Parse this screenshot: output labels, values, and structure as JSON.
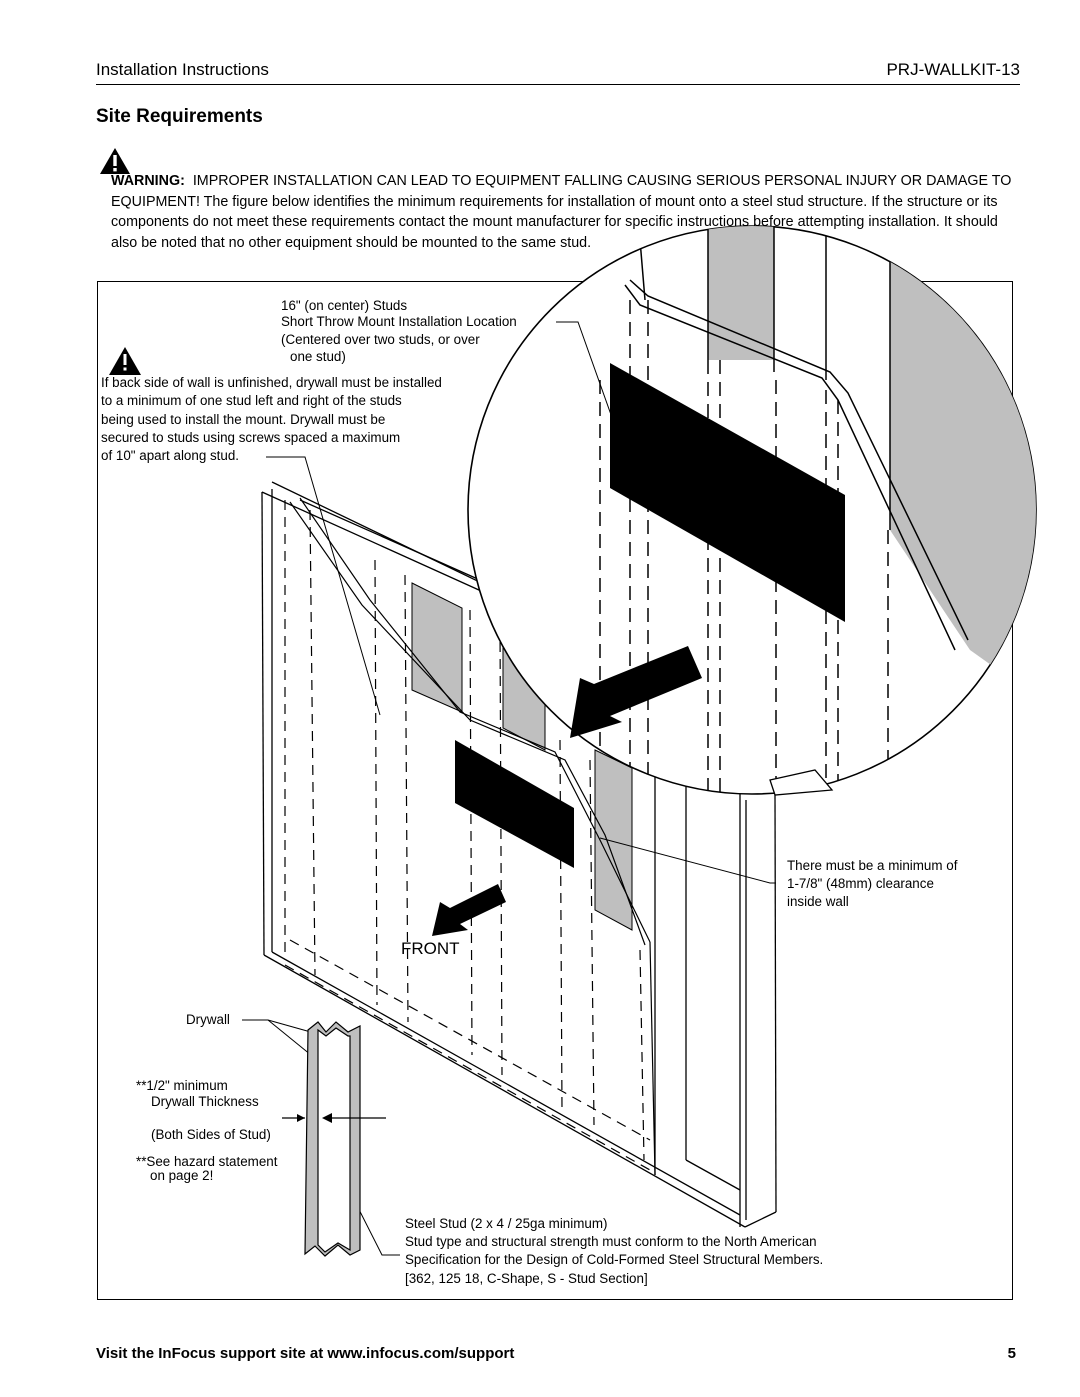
{
  "header": {
    "doc_type": "Installation Instructions",
    "model": "PRJ-WALLKIT-13"
  },
  "section_title": "Site Requirements",
  "warning": {
    "label": "WARNING:",
    "text": "IMPROPER INSTALLATION CAN LEAD TO EQUIPMENT FALLING CAUSING SERIOUS PERSONAL INJURY OR DAMAGE TO EQUIPMENT! The figure below identifies the minimum requirements for installation of mount onto a steel stud structure. If the structure or its components do not meet these requirements contact the mount manufacturer for specific instructions before attempting installation. It should also be noted that no other equipment should be mounted to the same stud."
  },
  "figure": {
    "studs": "16\" (on center) Studs",
    "location": {
      "line1": "Short Throw Mount Installation Location",
      "line2": "(Centered over two studs, or over",
      "line3": "one stud)"
    },
    "drywall_note": [
      "If back side of wall is unfinished, drywall must be installed",
      "to a minimum of one stud left and right of the studs",
      "being used to install the mount. Drywall must be",
      "secured to studs using screws spaced a maximum",
      "of 10\" apart along stud."
    ],
    "clearance": [
      "There must be a minimum of",
      "1-7/8\" (48mm) clearance",
      "inside wall"
    ],
    "front": "FRONT",
    "drywall": "Drywall",
    "thickness": [
      "**1/2\" minimum",
      "Drywall Thickness"
    ],
    "both_sides": "(Both Sides of Stud)",
    "hazard": [
      "**See hazard statement",
      "on page 2!"
    ],
    "steel_stud": [
      "Steel Stud (2 x 4 / 25ga minimum)",
      "Stud type and structural strength must conform to the North American",
      "Specification for the Design of Cold-Formed Steel Structural Members.",
      "[362, 125 18, C-Shape, S - Stud Section]"
    ]
  },
  "footer": {
    "support": "Visit the InFocus support site at www.infocus.com/support",
    "page": "5"
  }
}
